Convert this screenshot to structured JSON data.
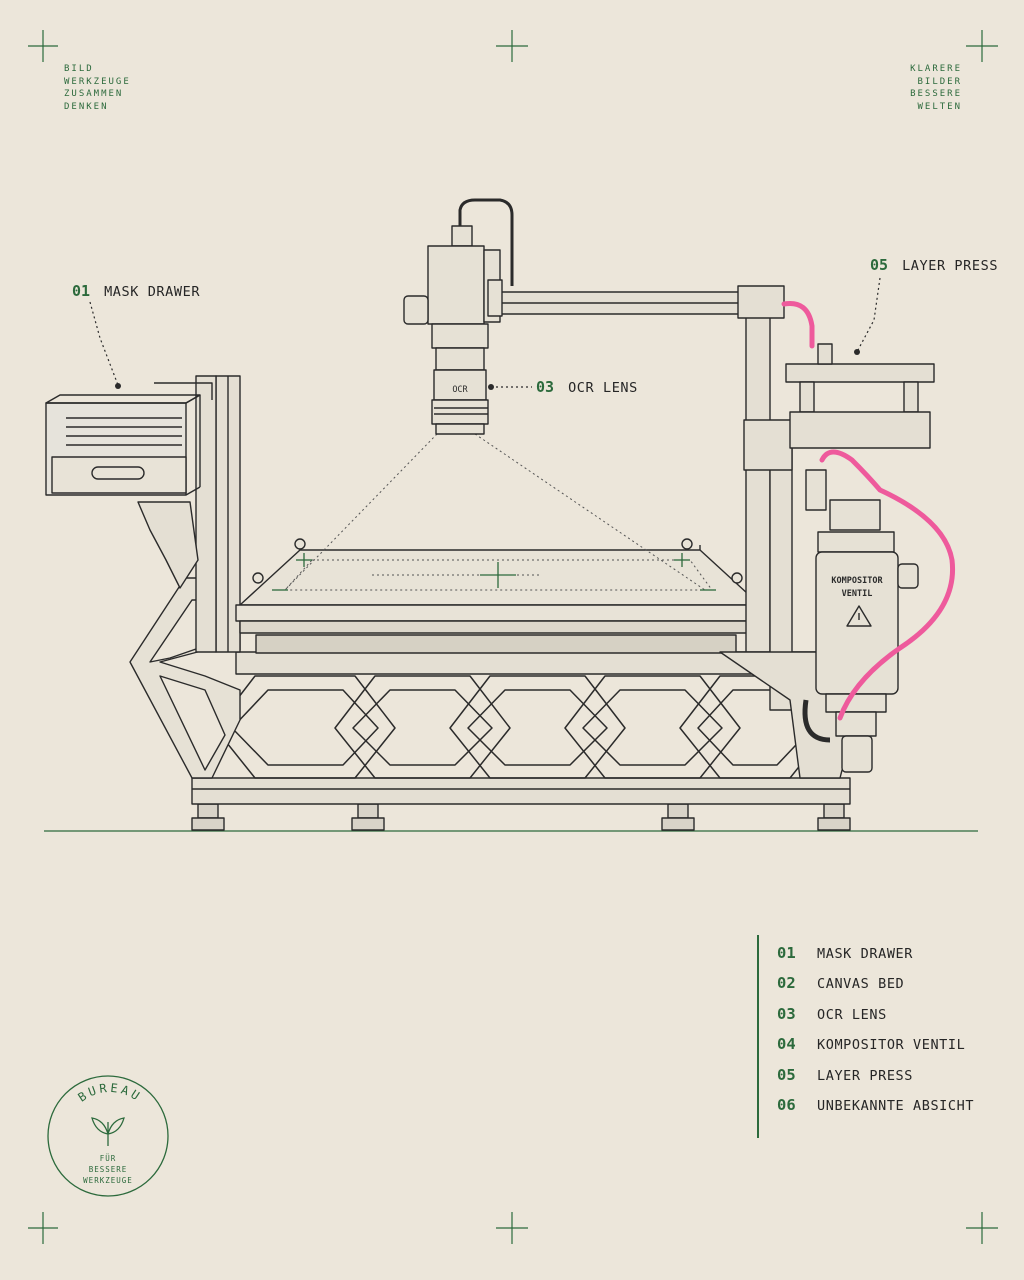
{
  "corners": {
    "top_left": [
      "BILD",
      "WERKZEUGE",
      "ZUSAMMEN",
      "DENKEN"
    ],
    "top_right": [
      "KLARERE",
      "BILDER",
      "BESSERE",
      "WELTEN"
    ]
  },
  "callouts": [
    {
      "num": "01",
      "label": "MASK DRAWER"
    },
    {
      "num": "03",
      "label": "OCR LENS"
    },
    {
      "num": "05",
      "label": "LAYER PRESS"
    }
  ],
  "machine_labels": {
    "lens": "OCR",
    "valve_line1": "KOMPOSITOR",
    "valve_line2": "VENTIL"
  },
  "legend": [
    {
      "num": "01",
      "label": "MASK DRAWER"
    },
    {
      "num": "02",
      "label": "CANVAS BED"
    },
    {
      "num": "03",
      "label": "OCR LENS"
    },
    {
      "num": "04",
      "label": "KOMPOSITOR VENTIL"
    },
    {
      "num": "05",
      "label": "LAYER PRESS"
    },
    {
      "num": "06",
      "label": "UNBEKANNTE ABSICHT"
    }
  ],
  "stamp": {
    "title": "BUREAU",
    "line1": "FÜR",
    "line2": "BESSERE",
    "line3": "WERKZEUGE"
  },
  "colors": {
    "paper": "#ece6da",
    "accent_green": "#2c6a3c",
    "hose_pink": "#ee5a9c",
    "ink": "#262626"
  }
}
